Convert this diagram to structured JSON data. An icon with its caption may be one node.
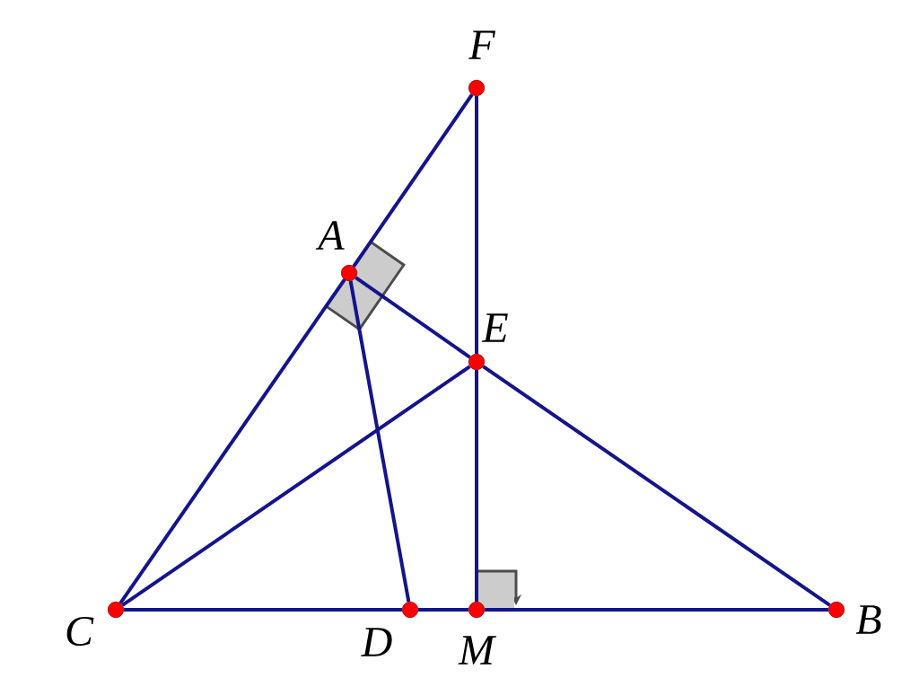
{
  "diagram": {
    "nodes": [
      {
        "text": [],
        "shape": "circle",
        "beside": [
          "F"
        ]
      },
      {
        "text": [],
        "shape": "circle",
        "beside": [
          "A"
        ]
      },
      {
        "text": [],
        "shape": "circle",
        "beside": [
          "E"
        ]
      },
      {
        "text": [],
        "shape": "circle",
        "beside": [
          "C"
        ]
      },
      {
        "text": [],
        "shape": "circle",
        "beside": [
          "D"
        ]
      },
      {
        "text": [],
        "shape": "circle",
        "beside": [
          "M"
        ]
      },
      {
        "text": [],
        "shape": "circle",
        "beside": [
          "B"
        ]
      }
    ],
    "edges": [
      {
        "from": 3,
        "to": 1,
        "arrow": "none"
      },
      {
        "from": 1,
        "to": 0,
        "arrow": "none"
      },
      {
        "from": 1,
        "to": 2,
        "arrow": "none"
      },
      {
        "from": 2,
        "to": 6,
        "arrow": "none"
      },
      {
        "from": 0,
        "to": 2,
        "arrow": "none"
      },
      {
        "from": 2,
        "to": 5,
        "arrow": "none"
      },
      {
        "from": 3,
        "to": 2,
        "arrow": "none"
      },
      {
        "from": 1,
        "to": 4,
        "arrow": "none"
      },
      {
        "from": 3,
        "to": 4,
        "arrow": "none"
      },
      {
        "from": 4,
        "to": 5,
        "arrow": "none"
      },
      {
        "from": 5,
        "to": 6,
        "arrow": "none"
      }
    ]
  }
}
